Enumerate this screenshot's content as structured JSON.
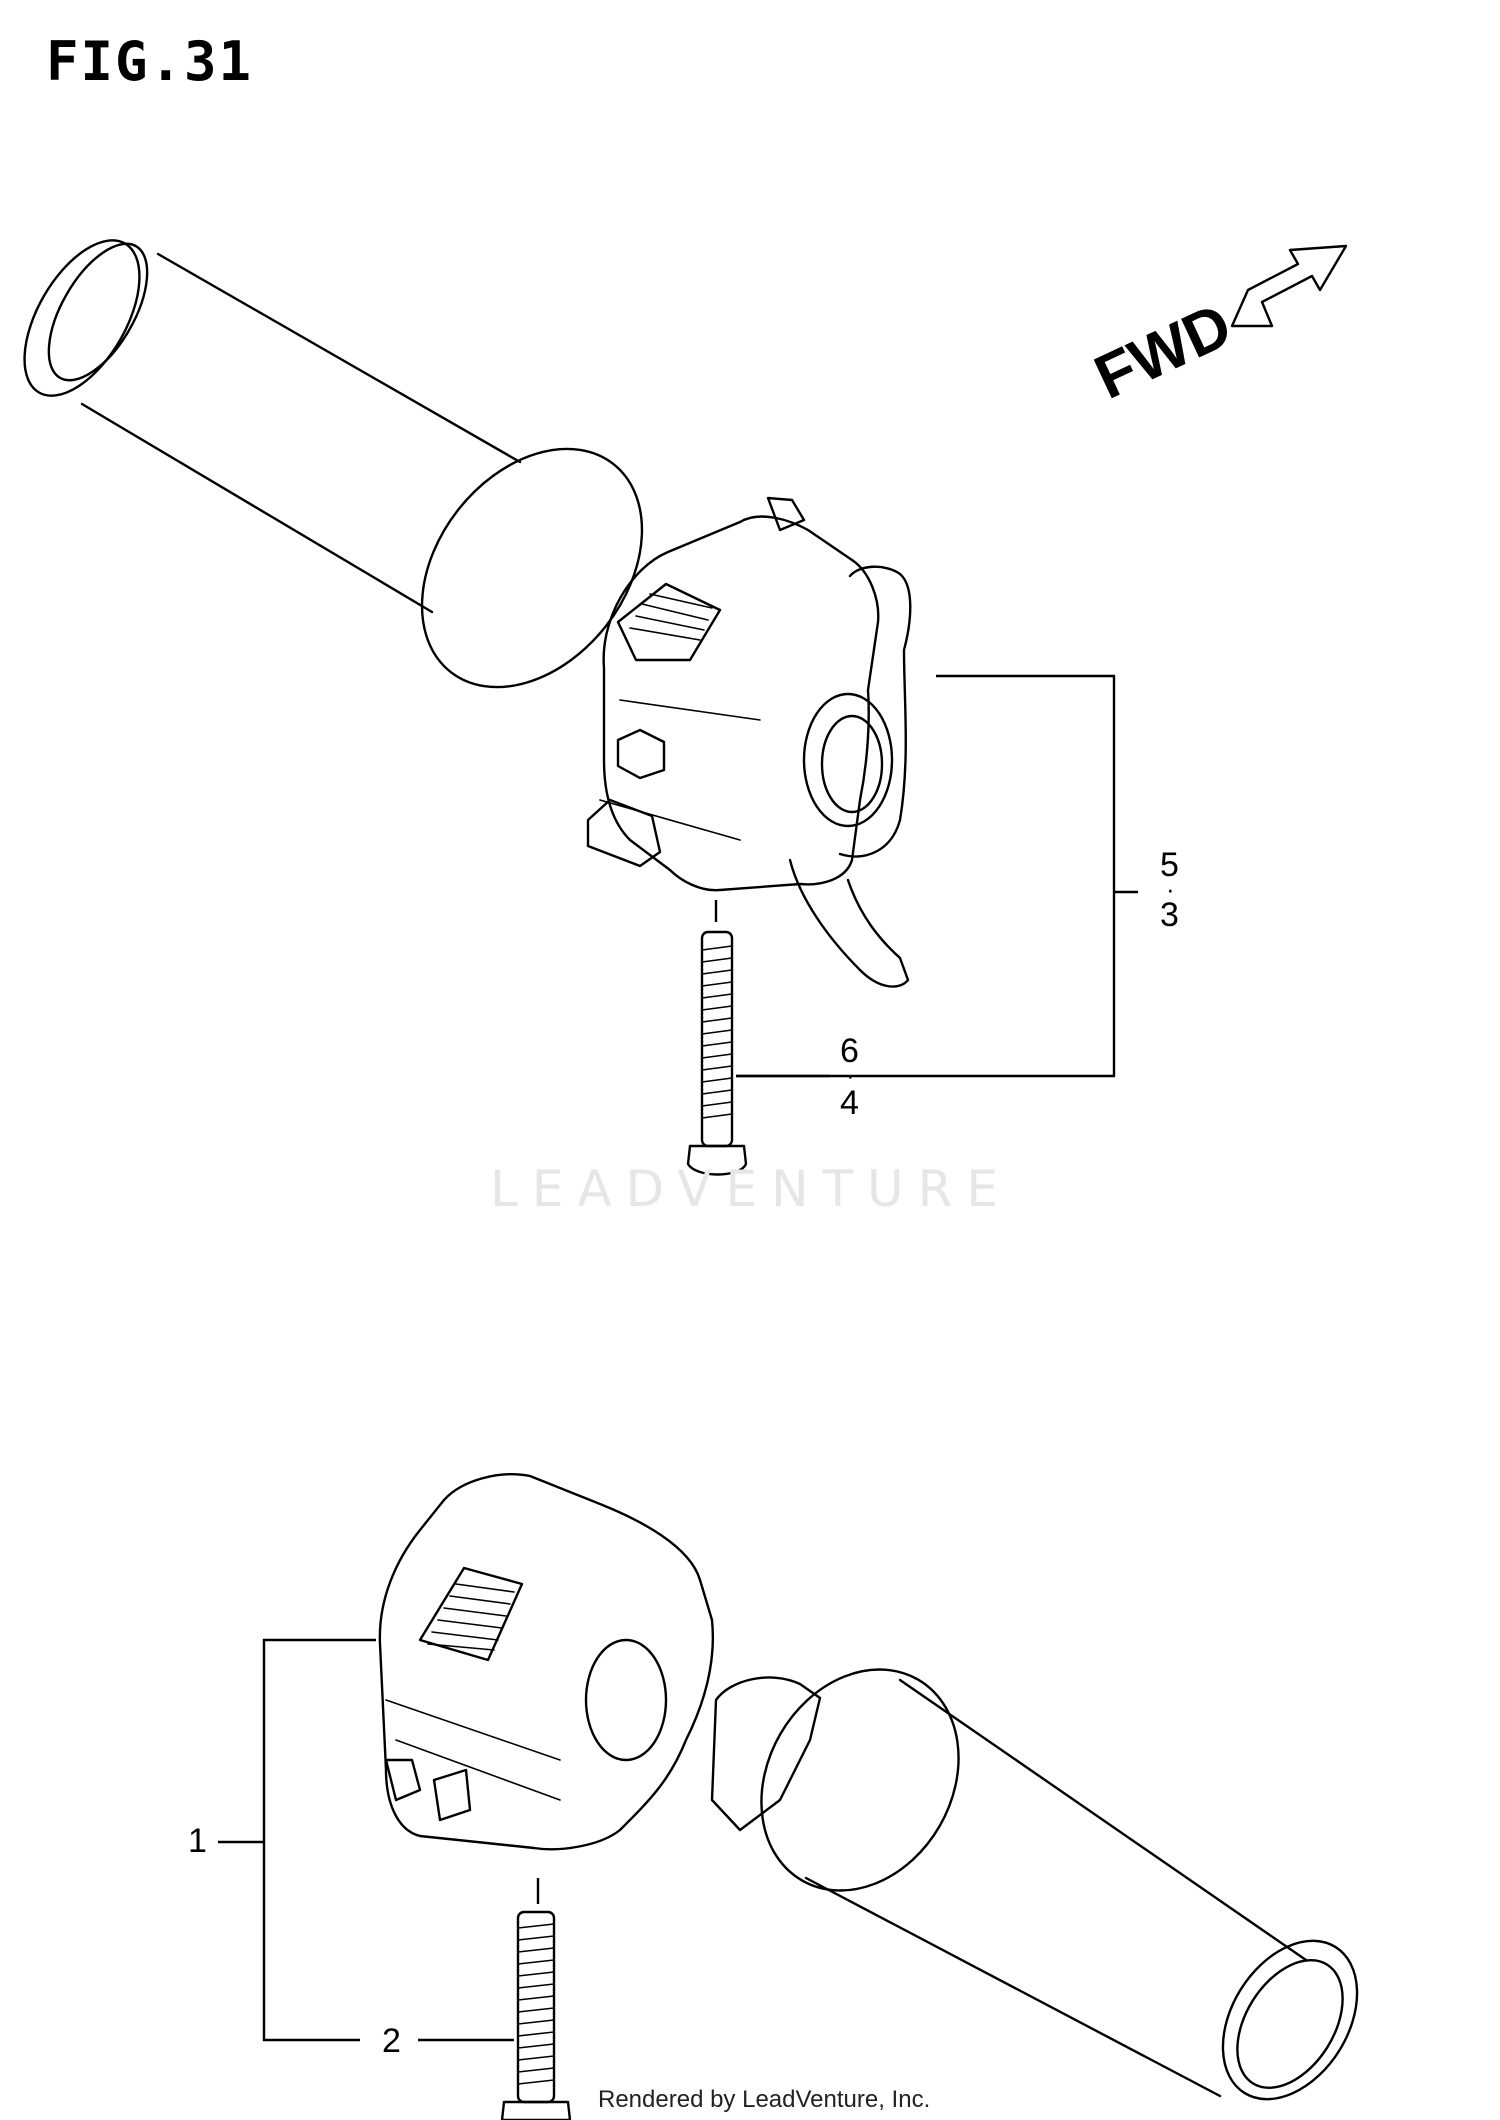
{
  "figure": {
    "title": "FIG.31",
    "direction_label": "FWD"
  },
  "callouts": {
    "upper_switch_a": "5",
    "upper_switch_b": "3",
    "upper_screw_a": "6",
    "upper_screw_b": "4",
    "lower_switch": "1",
    "lower_screw": "2",
    "separator": "·"
  },
  "watermark": {
    "text": "LEADVENTURE"
  },
  "footer": {
    "credit": "Rendered by LeadVenture, Inc."
  }
}
